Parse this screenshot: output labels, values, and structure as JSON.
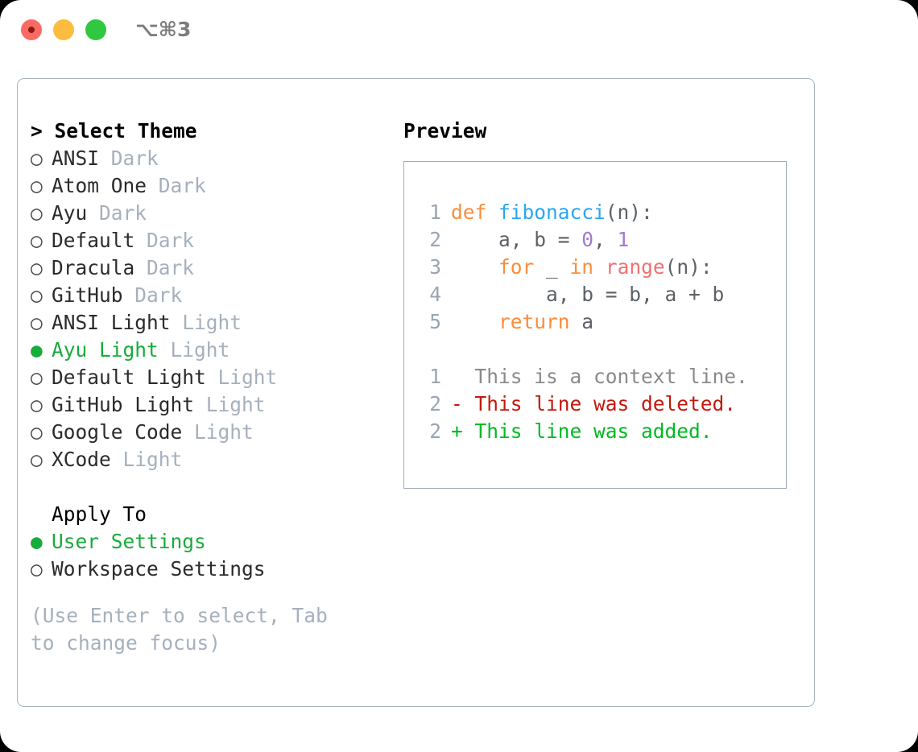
{
  "titlebar": {
    "shortcut": "⌥⌘3",
    "buttons": [
      {
        "name": "close",
        "color": "#fb6a63"
      },
      {
        "name": "minimize",
        "color": "#fcbc40"
      },
      {
        "name": "maximize",
        "color": "#2fc840"
      }
    ]
  },
  "theme_section": {
    "header": "> Select Theme",
    "items": [
      {
        "marker": "○",
        "name": "ANSI",
        "variant": "Dark",
        "selected": false
      },
      {
        "marker": "○",
        "name": "Atom One",
        "variant": "Dark",
        "selected": false
      },
      {
        "marker": "○",
        "name": "Ayu",
        "variant": "Dark",
        "selected": false
      },
      {
        "marker": "○",
        "name": "Default",
        "variant": "Dark",
        "selected": false
      },
      {
        "marker": "○",
        "name": "Dracula",
        "variant": "Dark",
        "selected": false
      },
      {
        "marker": "○",
        "name": "GitHub",
        "variant": "Dark",
        "selected": false
      },
      {
        "marker": "○",
        "name": "ANSI Light",
        "variant": "Light",
        "selected": false
      },
      {
        "marker": "●",
        "name": "Ayu Light",
        "variant": "Light",
        "selected": true
      },
      {
        "marker": "○",
        "name": "Default Light",
        "variant": "Light",
        "selected": false
      },
      {
        "marker": "○",
        "name": "GitHub Light",
        "variant": "Light",
        "selected": false
      },
      {
        "marker": "○",
        "name": "Google Code",
        "variant": "Light",
        "selected": false
      },
      {
        "marker": "○",
        "name": "XCode",
        "variant": "Light",
        "selected": false
      }
    ]
  },
  "apply_section": {
    "header": "Apply To",
    "items": [
      {
        "marker": "●",
        "name": "User Settings",
        "selected": true
      },
      {
        "marker": "○",
        "name": "Workspace Settings",
        "selected": false
      }
    ]
  },
  "hint": "(Use Enter to select, Tab to change focus)",
  "preview": {
    "title": "Preview",
    "code_lines": [
      {
        "num": "1",
        "tokens": [
          {
            "t": "def",
            "c": "kw"
          },
          {
            "t": " ",
            "c": "plain"
          },
          {
            "t": "fibonacci",
            "c": "fn"
          },
          {
            "t": "(n):",
            "c": "punct"
          }
        ]
      },
      {
        "num": "2",
        "tokens": [
          {
            "t": "    a, b = ",
            "c": "plain"
          },
          {
            "t": "0",
            "c": "num"
          },
          {
            "t": ", ",
            "c": "plain"
          },
          {
            "t": "1",
            "c": "num"
          }
        ]
      },
      {
        "num": "3",
        "tokens": [
          {
            "t": "    ",
            "c": "plain"
          },
          {
            "t": "for",
            "c": "kw"
          },
          {
            "t": " _ ",
            "c": "plain"
          },
          {
            "t": "in",
            "c": "kw"
          },
          {
            "t": " ",
            "c": "plain"
          },
          {
            "t": "range",
            "c": "builtin"
          },
          {
            "t": "(n):",
            "c": "punct"
          }
        ]
      },
      {
        "num": "4",
        "tokens": [
          {
            "t": "        a, b = b, a + b",
            "c": "plain"
          }
        ]
      },
      {
        "num": "5",
        "tokens": [
          {
            "t": "    ",
            "c": "plain"
          },
          {
            "t": "return",
            "c": "kw"
          },
          {
            "t": " a",
            "c": "plain"
          }
        ]
      }
    ],
    "diff_lines": [
      {
        "num": "1",
        "prefix": "  ",
        "text": "This is a context line.",
        "kind": "ctx"
      },
      {
        "num": "2",
        "prefix": "- ",
        "text": "This line was deleted.",
        "kind": "del"
      },
      {
        "num": "2",
        "prefix": "+ ",
        "text": "This line was added.",
        "kind": "add"
      }
    ]
  },
  "colors": {
    "accent_green": "#17ac3b",
    "keyword_orange": "#fa8d3e",
    "function_blue": "#2ba6f5",
    "number_purple": "#a37acc",
    "builtin_red": "#f07171",
    "muted_gray": "#a6b0bd",
    "diff_delete": "#c3190d",
    "diff_add": "#00bb22",
    "border": "#a9b4c1"
  }
}
